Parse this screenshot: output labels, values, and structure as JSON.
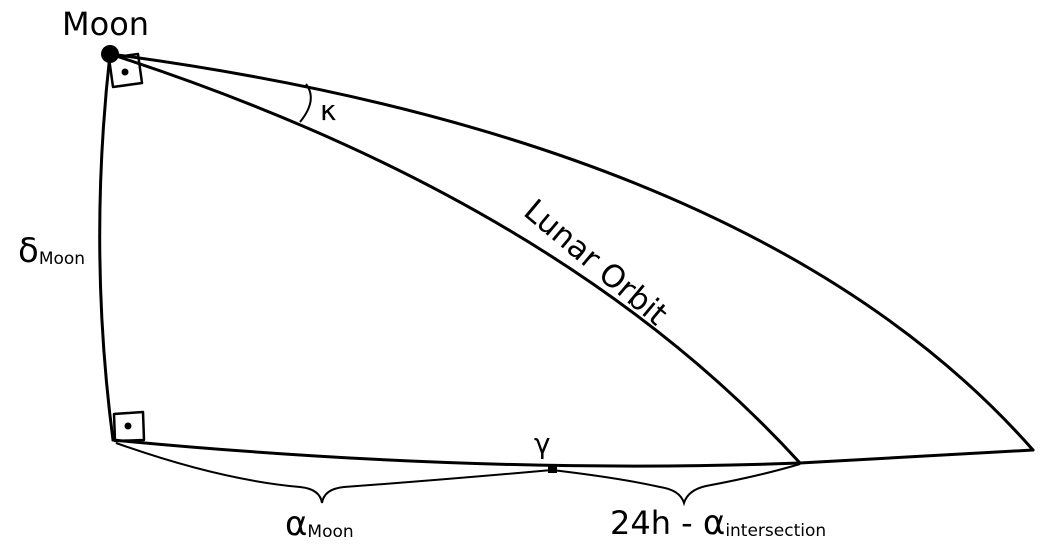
{
  "labels": {
    "moon": "Moon",
    "kappa": "κ",
    "delta_symbol": "δ",
    "delta_sub": "Moon",
    "lunar_orbit": "Lunar Orbit",
    "gamma": "γ",
    "alpha_symbol": "α",
    "alpha_sub": "Moon",
    "hours_prefix": "24h - ",
    "hours_alpha": "α",
    "hours_sub": "intersection"
  },
  "colors": {
    "stroke": "#000000",
    "background": "#ffffff"
  }
}
